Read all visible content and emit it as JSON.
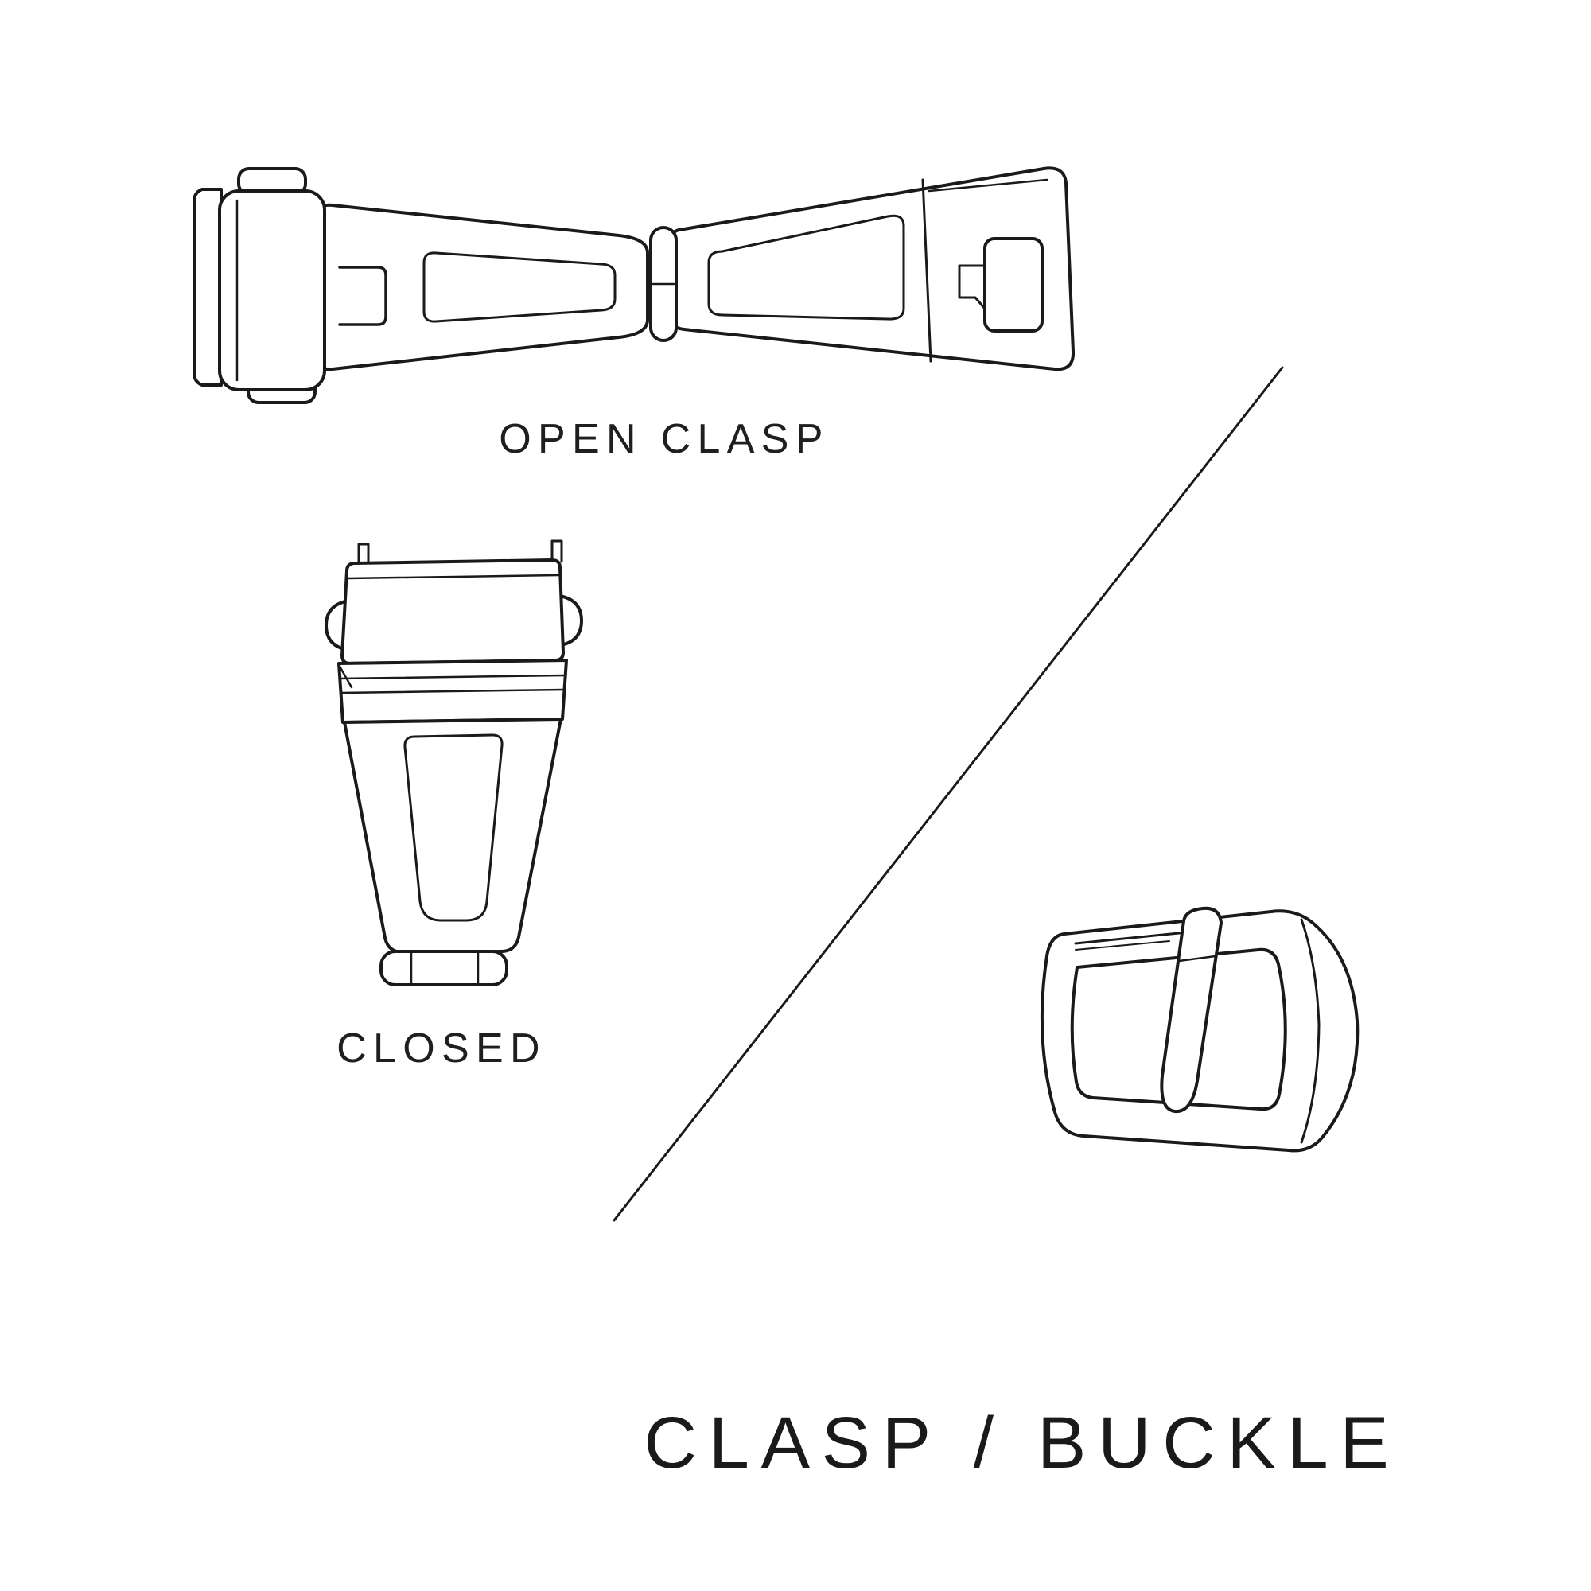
{
  "page": {
    "background": "#ffffff",
    "line_color": "#1a1a1a",
    "text_color": "#1f1f1f",
    "title": "CLASP / BUCKLE"
  },
  "figures": {
    "open_clasp": {
      "label": "OPEN CLASP",
      "illustration": "open-clasp-line-drawing"
    },
    "closed_clasp": {
      "label": "CLOSED",
      "illustration": "closed-clasp-line-drawing"
    },
    "buckle": {
      "illustration": "tang-buckle-line-drawing"
    },
    "divider": "diagonal-divider-line"
  }
}
